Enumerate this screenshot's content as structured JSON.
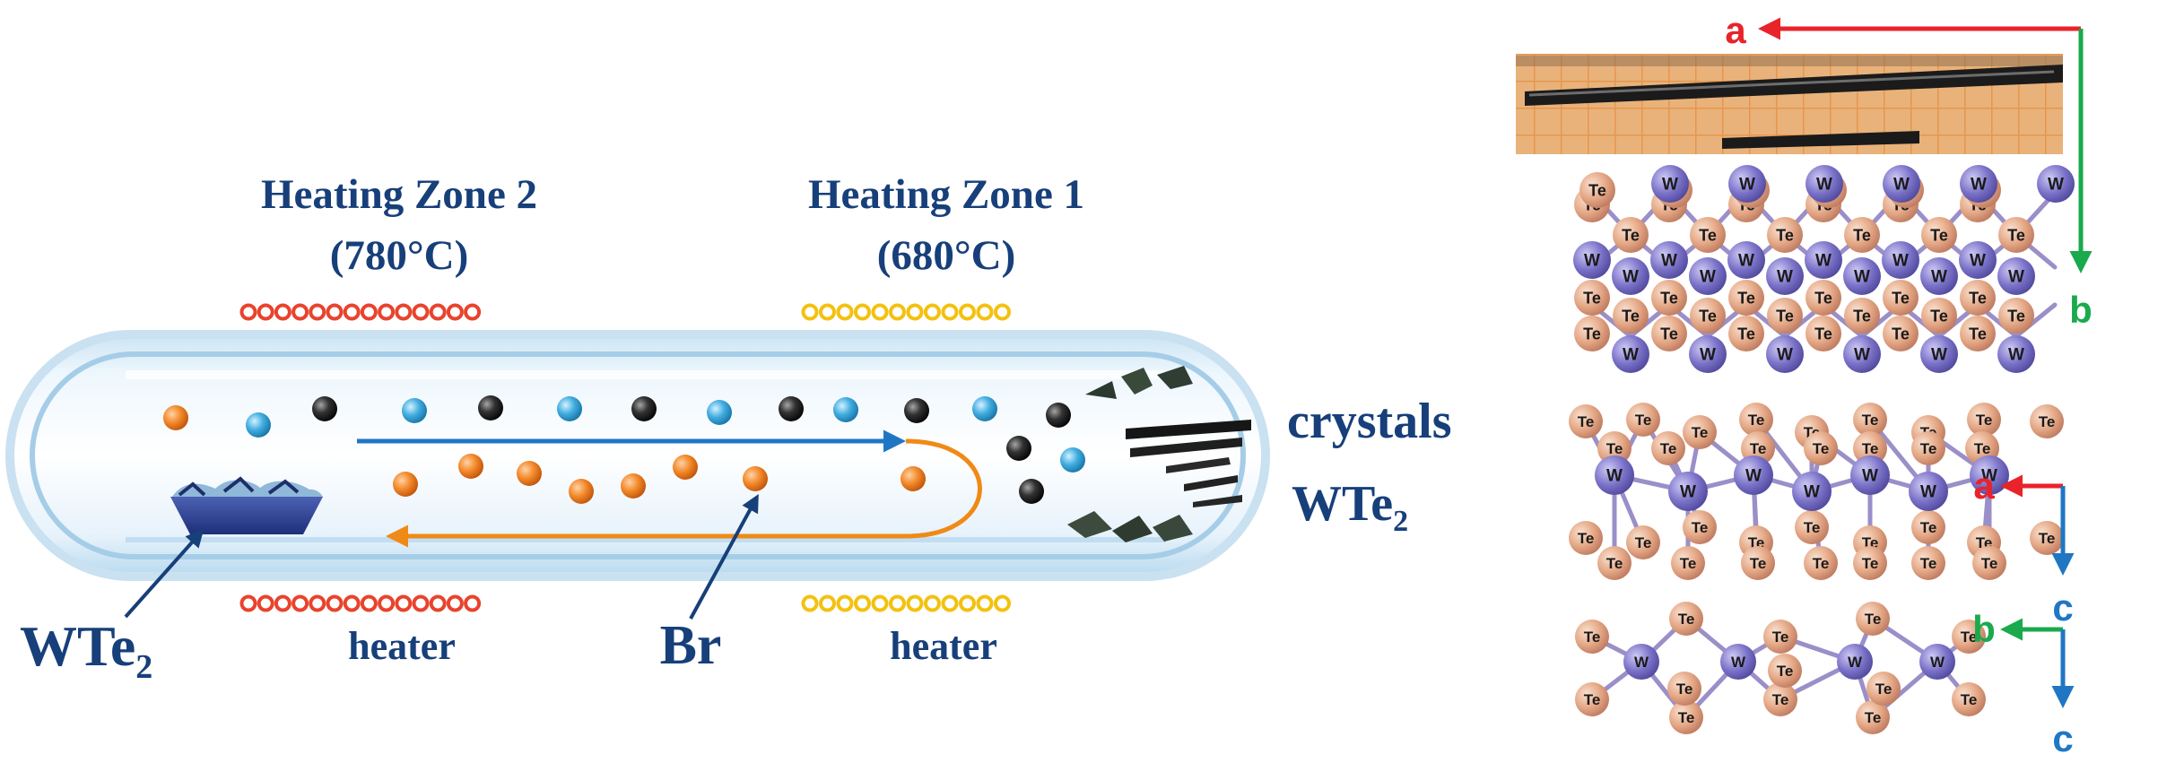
{
  "labels": {
    "zone2_title": "Heating Zone 2",
    "zone2_temp": "(780°C)",
    "zone1_title": "Heating Zone 1",
    "zone1_temp": "(680°C)",
    "crystals": "crystals",
    "wte2_product": "WTe",
    "wte2_product_sub": "2",
    "wte2_source": "WTe",
    "wte2_source_sub": "2",
    "heater_left": "heater",
    "heater_right": "heater",
    "br": "Br"
  },
  "axes": {
    "top_a": "a",
    "top_b": "b",
    "mid_a": "a",
    "mid_c": "c",
    "bot_b": "b",
    "bot_c": "c"
  },
  "atoms": {
    "w": "W",
    "te": "Te"
  },
  "colors": {
    "title_blue": "#173f7a",
    "zone2_heater": "#e8432d",
    "zone1_heater": "#f3c10f",
    "arrow_blue": "#1f77c4",
    "arrow_orange": "#f08a16",
    "particle_orange": "#f07a1c",
    "particle_blue": "#38a6d6",
    "particle_black": "#2a2a2a",
    "axis_red": "#e8232a",
    "axis_green": "#1aaa4c",
    "axis_blue": "#1f77c4",
    "w_atom": "#7a74c8",
    "te_atom": "#e2a482"
  }
}
